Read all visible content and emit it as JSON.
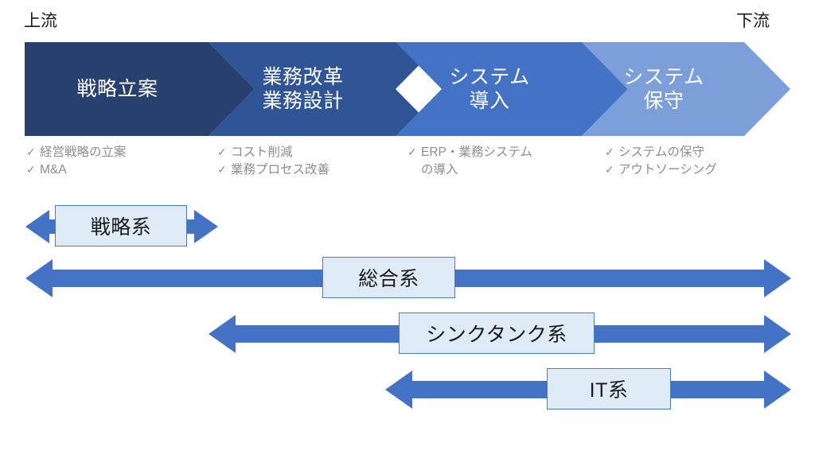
{
  "diagram": {
    "title_upstream": "上流",
    "title_downstream": "下流",
    "colors": {
      "phase1": "#27406e",
      "phase2": "#2f5597",
      "phase3": "#4472c4",
      "phase4": "#7d9fd9",
      "arrow": "#4472c4",
      "label_box_fill": "#deeaf6",
      "label_box_border": "#4a7ebb",
      "bullet_text": "#8d8d8d",
      "background": "#ffffff"
    },
    "phases": [
      {
        "id": "strategy-planning",
        "label": "戦略立案",
        "color": "#27406e",
        "bullets": [
          {
            "tick": "✓",
            "text": "経営戦略の立案",
            "continuation": false
          },
          {
            "tick": "✓",
            "text": "M&A",
            "continuation": false
          }
        ]
      },
      {
        "id": "business-reform-design",
        "label": "業務改革\n業務設計",
        "color": "#2f5597",
        "bullets": [
          {
            "tick": "✓",
            "text": "コスト削減",
            "continuation": false
          },
          {
            "tick": "✓",
            "text": "業務プロセス改善",
            "continuation": false
          }
        ]
      },
      {
        "id": "system-implementation",
        "label": "システム\n導入",
        "color": "#4472c4",
        "bullets": [
          {
            "tick": "✓",
            "text": "ERP・業務システム",
            "continuation": false
          },
          {
            "tick": "",
            "text": "の導入",
            "continuation": true
          }
        ]
      },
      {
        "id": "system-maintenance",
        "label": "システム\n保守",
        "color": "#7d9fd9",
        "bullets": [
          {
            "tick": "✓",
            "text": "システムの保守",
            "continuation": false
          },
          {
            "tick": "✓",
            "text": "アウトソーシング",
            "continuation": false
          }
        ]
      }
    ],
    "ranges": [
      {
        "id": "strategy-firms",
        "label": "戦略系"
      },
      {
        "id": "general-firms",
        "label": "総合系"
      },
      {
        "id": "think-tank-firms",
        "label": "シンクタンク系"
      },
      {
        "id": "it-firms",
        "label": "IT系"
      }
    ]
  }
}
